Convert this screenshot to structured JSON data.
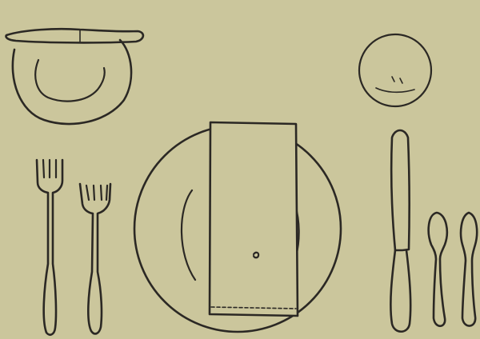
{
  "illustration": {
    "background_color": "#cbc69c",
    "ink_color": "#2b2824",
    "objects": [
      {
        "name": "bread-plate",
        "icon": "plate-icon"
      },
      {
        "name": "butter-knife",
        "icon": "knife-icon"
      },
      {
        "name": "water-glass",
        "icon": "glass-icon"
      },
      {
        "name": "dinner-plate",
        "icon": "plate-icon"
      },
      {
        "name": "folded-napkin",
        "icon": "napkin-icon"
      },
      {
        "name": "dinner-fork",
        "icon": "fork-icon"
      },
      {
        "name": "salad-fork",
        "icon": "fork-icon"
      },
      {
        "name": "dinner-knife",
        "icon": "knife-icon"
      },
      {
        "name": "teaspoon",
        "icon": "spoon-icon"
      },
      {
        "name": "soup-spoon",
        "icon": "spoon-icon"
      }
    ]
  }
}
